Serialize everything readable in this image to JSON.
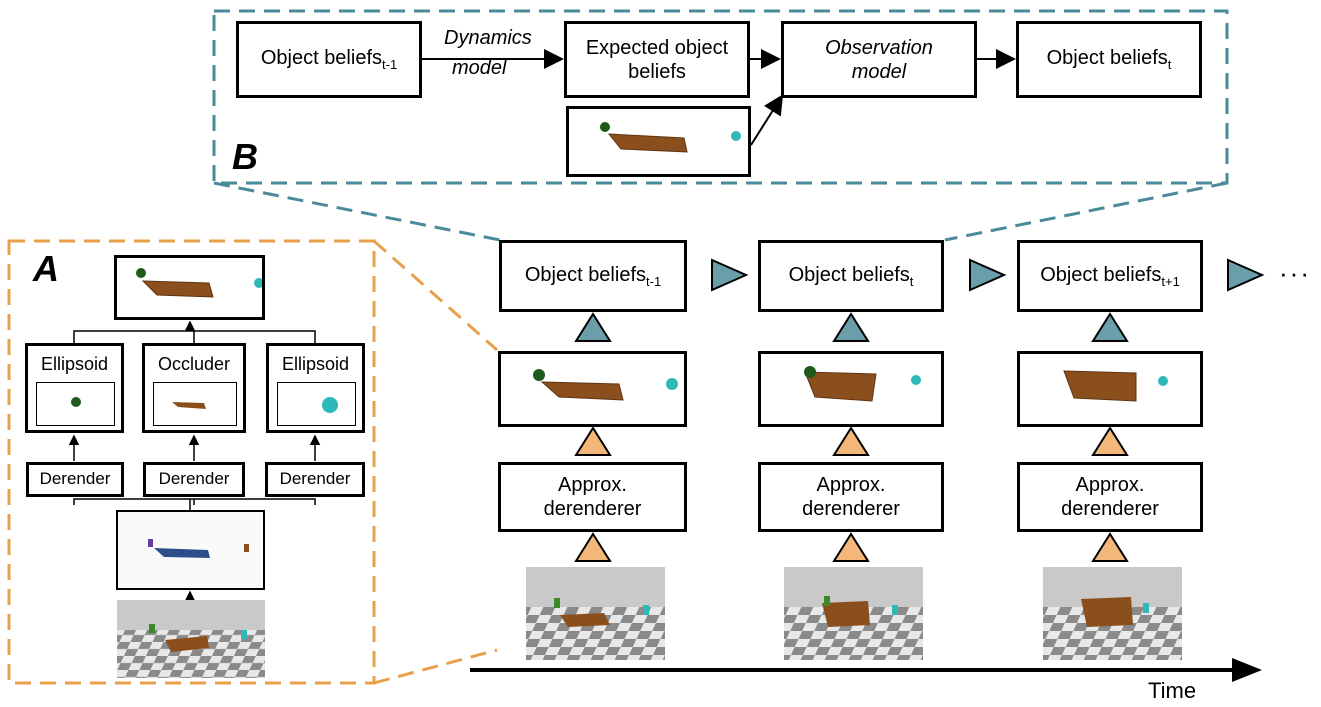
{
  "panel_b": {
    "letter": "B",
    "box1": {
      "main": "Object beliefs",
      "sub": "t-1"
    },
    "dyn1": "Dynamics",
    "dyn2": "model",
    "box2": "Expected object beliefs",
    "box3": "Observation model",
    "box4": {
      "main": "Object beliefs",
      "sub": "t"
    }
  },
  "panel_a": {
    "letter": "A",
    "cards": [
      "Ellipsoid",
      "Occluder",
      "Ellipsoid"
    ],
    "derender": [
      "Derender",
      "Derender",
      "Derender"
    ]
  },
  "timeline": {
    "columns": [
      {
        "main": "Object beliefs",
        "sub": "t-1",
        "approx1": "Approx.",
        "approx2": "derenderer"
      },
      {
        "main": "Object beliefs",
        "sub": "t",
        "approx1": "Approx.",
        "approx2": "derenderer"
      },
      {
        "main": "Object beliefs",
        "sub": "t+1",
        "approx1": "Approx.",
        "approx2": "derenderer"
      }
    ],
    "ellipsis": "···",
    "axis_label": "Time"
  },
  "colors": {
    "teal": "#4a8a9a",
    "teal_fill": "#6a9eab",
    "orange": "#e8a14a",
    "orange_fill": "#f3b77a",
    "board": "#8b4f1e",
    "green_ball": "#1f5a1a",
    "cyan_ball": "#2fb8b8"
  }
}
